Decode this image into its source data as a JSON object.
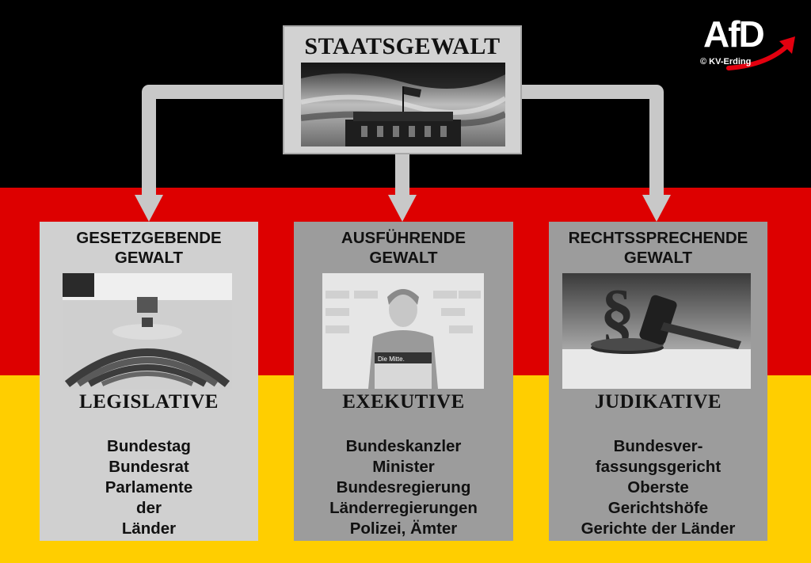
{
  "top": {
    "title": "STAATSGEWALT"
  },
  "logo": {
    "brand": "AfD",
    "credit": "© KV-Erding"
  },
  "colors": {
    "black": "#000000",
    "red": "#dd0000",
    "gold": "#ffce00",
    "brand_red": "#e3000f",
    "box_light": "#d0d0d0",
    "box_dark": "#9c9c9c",
    "arrow": "#c8c8c8"
  },
  "boxes": [
    {
      "heading": [
        "GESETZGEBENDE",
        "GEWALT"
      ],
      "name": "LEGISLATIVE",
      "items": [
        "Bundestag",
        "Bundesrat",
        "Parlamente",
        "der",
        "Länder"
      ],
      "photo_label": "",
      "photo_icon": "parliament-photo"
    },
    {
      "heading": [
        "AUSFÜHRENDE",
        "GEWALT"
      ],
      "name": "EXEKUTIVE",
      "items": [
        "Bundeskanzler",
        "Minister",
        "Bundesregierung",
        "Länderregierungen",
        "Polizei, Ämter"
      ],
      "photo_label": "Die Mitte.",
      "photo_icon": "chancellor-photo"
    },
    {
      "heading": [
        "RECHTSSPRECHENDE",
        "GEWALT"
      ],
      "name": "JUDIKATIVE",
      "items": [
        "Bundesver-",
        "fassungsgericht",
        "Oberste",
        "Gerichtshöfe",
        "Gerichte der Länder"
      ],
      "photo_label": "§",
      "photo_icon": "gavel-photo"
    }
  ]
}
